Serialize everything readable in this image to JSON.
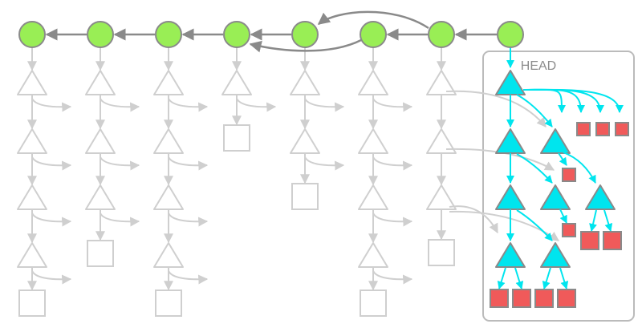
{
  "head_label": "HEAD",
  "colors": {
    "commit_fill": "#99ee55",
    "commit_stroke": "#8a8a8a",
    "commit_arrow": "#8a8a8a",
    "old_tree": "#cfcfcf",
    "head_tree_fill": "#00e5ee",
    "head_arrow": "#00e5ee",
    "head_stroke": "#8a8a8a",
    "blob_fill": "#f05a5a",
    "head_box_stroke": "#bbbbbb",
    "background": "#ffffff"
  },
  "structure": {
    "commit_count": 8,
    "merge_commit_index": 6,
    "highlighted_commit_index": 7,
    "icons": [
      "commit-circle",
      "tree-triangle",
      "blob-square"
    ]
  }
}
